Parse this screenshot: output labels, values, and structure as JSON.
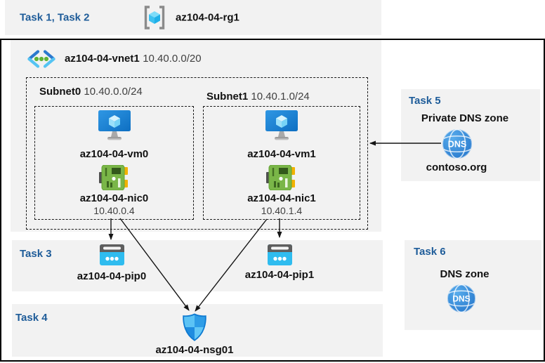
{
  "resource_group": {
    "tasks": "Task 1, Task 2",
    "name": "az104-04-rg1"
  },
  "vnet": {
    "name": "az104-04-vnet1",
    "cidr": "10.40.0.0/20",
    "subnets": [
      {
        "name": "Subnet0",
        "cidr": "10.40.0.0/24",
        "vm": {
          "name": "az104-04-vm0"
        },
        "nic": {
          "name": "az104-04-nic0",
          "ip": "10.40.0.4"
        }
      },
      {
        "name": "Subnet1",
        "cidr": "10.40.1.0/24",
        "vm": {
          "name": "az104-04-vm1"
        },
        "nic": {
          "name": "az104-04-nic1",
          "ip": "10.40.1.4"
        }
      }
    ]
  },
  "task3": {
    "label": "Task 3",
    "pips": [
      {
        "name": "az104-04-pip0"
      },
      {
        "name": "az104-04-pip1"
      }
    ]
  },
  "task4": {
    "label": "Task 4",
    "nsg": {
      "name": "az104-04-nsg01"
    }
  },
  "task5": {
    "label": "Task 5",
    "title": "Private DNS zone",
    "zone_name": "contoso.org",
    "icon_label": "DNS"
  },
  "task6": {
    "label": "Task 6",
    "title": "DNS zone",
    "icon_label": "DNS"
  },
  "colors": {
    "task_label": "#1E5C99",
    "panel_bg": "#F2F2F2",
    "outer_border": "#000000",
    "arrow": "#141414",
    "vm_blue": "#1B84DC",
    "pip_cyan": "#2FBCEF",
    "nic_green": "#7AB648",
    "dns_blue": "#2F86D6",
    "nsg_blue": "#1F8CE0"
  }
}
